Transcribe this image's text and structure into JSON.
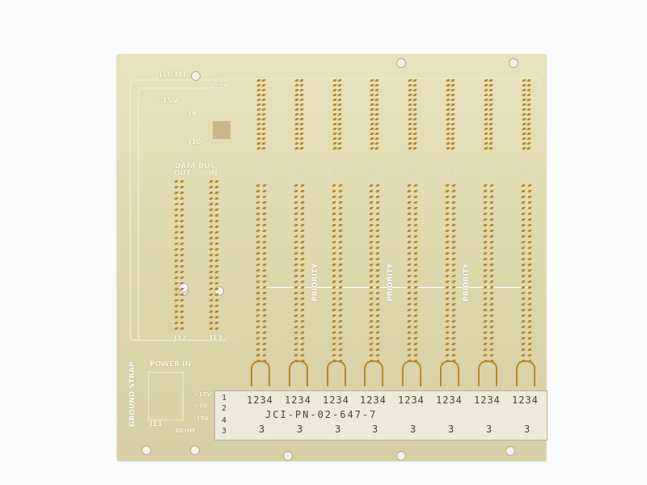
{
  "board": {
    "top_left_label": "J10 M1",
    "dcom_top": "DCOM",
    "voltage_top": "+15V",
    "jack_labels": [
      "J9",
      "J10"
    ],
    "data_bus": {
      "title": "DATA BUS",
      "out": "OUT",
      "in": "IN"
    },
    "slot_numbers": [
      "1",
      "2",
      "3",
      "4",
      "5",
      "6",
      "7",
      "8"
    ],
    "priority_labels": [
      "PRIORITY",
      "PRIORITY",
      "PRIORITY"
    ],
    "bottom_jacks": [
      "J12",
      "J13"
    ],
    "ground_strap": "GROUND STRAP",
    "power_in": "POWER IN",
    "power_jack": "J11",
    "power_pins": [
      "+15V",
      "+5V",
      "-15V",
      "DCOM"
    ]
  },
  "connector": {
    "row_numbers": [
      "1",
      "2",
      "4",
      "3"
    ],
    "pin_groups": [
      "1234",
      "1234",
      "1234",
      "1234",
      "1234",
      "1234",
      "1234",
      "1234"
    ],
    "part_number": "JCI-PN-02-647-7",
    "bottom_digits": [
      "3",
      "3",
      "3",
      "3",
      "3",
      "3",
      "3",
      "3"
    ]
  },
  "colors": {
    "board": "#e3ddb4",
    "copper": "#b5892d",
    "connector": "#ede9dc"
  }
}
